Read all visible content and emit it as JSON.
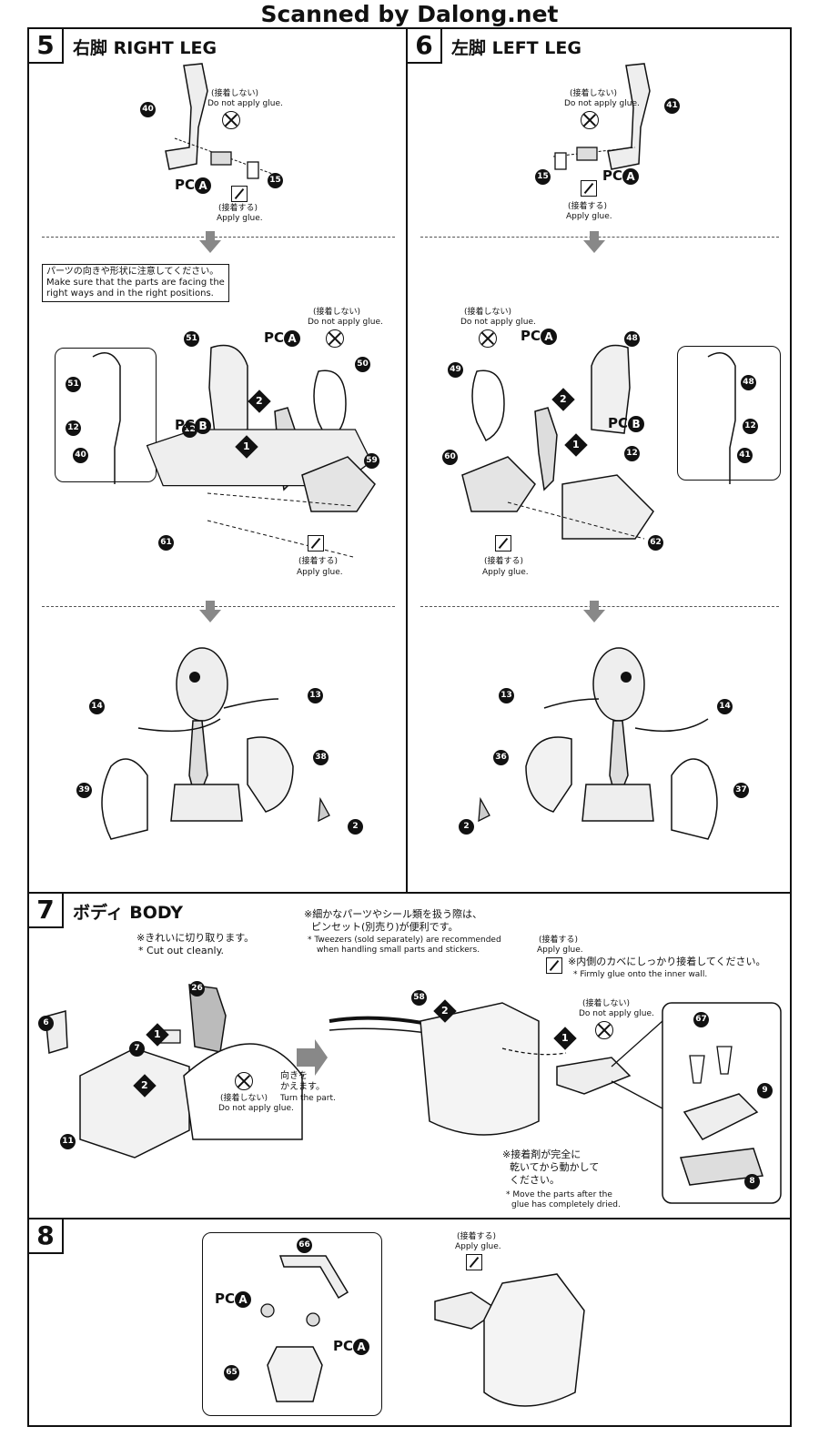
{
  "header": {
    "title": "Scanned by Dalong.net"
  },
  "step5": {
    "number": "5",
    "title": "右脚 RIGHT LEG",
    "no_glue_jp": "(接着しない)",
    "no_glue_en": "Do not apply glue.",
    "glue_jp": "(接着する)",
    "glue_en": "Apply glue.",
    "pc_a": "PC",
    "pc_b": "PC",
    "letter_a": "A",
    "letter_b": "B",
    "note_jp": "パーツの向きや形状に注意してください。",
    "note_en": "Make sure that the parts are facing the right ways and in the right positions.",
    "parts": [
      "40",
      "15",
      "51",
      "50",
      "12",
      "12",
      "40",
      "51",
      "61",
      "59",
      "14",
      "13",
      "39",
      "38",
      "2"
    ],
    "marks": [
      "1",
      "2"
    ]
  },
  "step6": {
    "number": "6",
    "title": "左脚 LEFT LEG",
    "no_glue_jp": "(接着しない)",
    "no_glue_en": "Do not apply glue.",
    "glue_jp": "(接着する)",
    "glue_en": "Apply glue.",
    "pc_a": "PC",
    "pc_b": "PC",
    "letter_a": "A",
    "letter_b": "B",
    "parts": [
      "41",
      "15",
      "48",
      "49",
      "12",
      "12",
      "41",
      "48",
      "60",
      "62",
      "13",
      "14",
      "36",
      "37",
      "2"
    ],
    "marks": [
      "1",
      "2"
    ]
  },
  "step7": {
    "number": "7",
    "title": "ボディ BODY",
    "cut_jp": "※きれいに切り取ります。",
    "cut_en": "* Cut out cleanly.",
    "tweezers_jp1": "※細かなパーツやシール類を扱う際は、",
    "tweezers_jp2": "ピンセット(別売り)が便利です。",
    "tweezers_en1": "* Tweezers (sold separately) are recommended",
    "tweezers_en2": "when handling small parts and stickers.",
    "glue_jp": "(接着する)",
    "glue_en": "Apply glue.",
    "inner_jp": "※内側のカベにしっかり接着してください。",
    "inner_en": "* Firmly glue onto the inner wall.",
    "no_glue_jp": "(接着しない)",
    "no_glue_en": "Do not apply glue.",
    "turn_jp1": "向きを",
    "turn_jp2": "かえます。",
    "turn_en": "Turn the part.",
    "dry_jp1": "※接着剤が完全に",
    "dry_jp2": "乾いてから動かして",
    "dry_jp3": "ください。",
    "dry_en1": "* Move the parts after the",
    "dry_en2": "glue has completely dried.",
    "parts": [
      "26",
      "6",
      "7",
      "11",
      "58",
      "67",
      "9",
      "8"
    ],
    "marks": [
      "1",
      "2",
      "2",
      "1"
    ]
  },
  "step8": {
    "number": "8",
    "glue_jp": "(接着する)",
    "glue_en": "Apply glue.",
    "pc": "PC",
    "letter_a": "A",
    "parts": [
      "66",
      "65"
    ]
  }
}
